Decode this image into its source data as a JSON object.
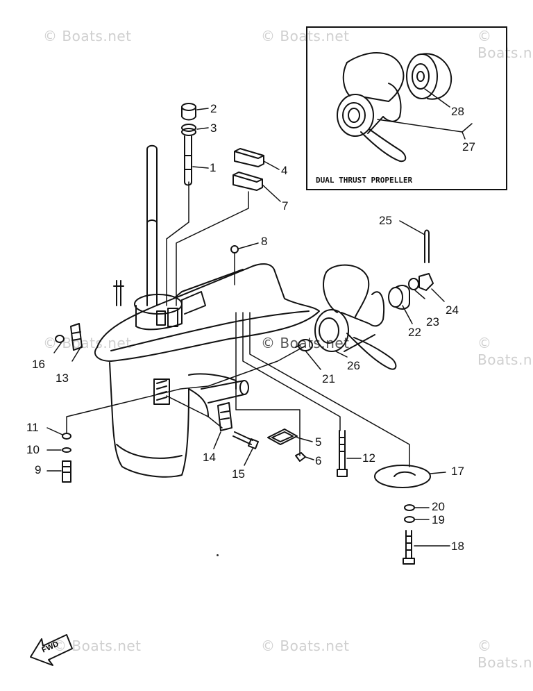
{
  "inset": {
    "title": "DUAL THRUST PROPELLER"
  },
  "watermark": {
    "text": "© Boats.net"
  },
  "fwd": {
    "label": "FWD"
  },
  "callouts": [
    {
      "id": "c1",
      "text": "1"
    },
    {
      "id": "c2",
      "text": "2"
    },
    {
      "id": "c3",
      "text": "3"
    },
    {
      "id": "c4",
      "text": "4"
    },
    {
      "id": "c5",
      "text": "5"
    },
    {
      "id": "c6",
      "text": "6"
    },
    {
      "id": "c7",
      "text": "7"
    },
    {
      "id": "c8",
      "text": "8"
    },
    {
      "id": "c9",
      "text": "9"
    },
    {
      "id": "c10",
      "text": "10"
    },
    {
      "id": "c11",
      "text": "11"
    },
    {
      "id": "c12",
      "text": "12"
    },
    {
      "id": "c13",
      "text": "13"
    },
    {
      "id": "c14",
      "text": "14"
    },
    {
      "id": "c15",
      "text": "15"
    },
    {
      "id": "c16",
      "text": "16"
    },
    {
      "id": "c17",
      "text": "17"
    },
    {
      "id": "c18",
      "text": "18"
    },
    {
      "id": "c19",
      "text": "19"
    },
    {
      "id": "c20",
      "text": "20"
    },
    {
      "id": "c21",
      "text": "21"
    },
    {
      "id": "c22",
      "text": "22"
    },
    {
      "id": "c23",
      "text": "23"
    },
    {
      "id": "c24",
      "text": "24"
    },
    {
      "id": "c25",
      "text": "25"
    },
    {
      "id": "c26",
      "text": "26"
    },
    {
      "id": "c27",
      "text": "27"
    },
    {
      "id": "c28",
      "text": "28"
    }
  ]
}
